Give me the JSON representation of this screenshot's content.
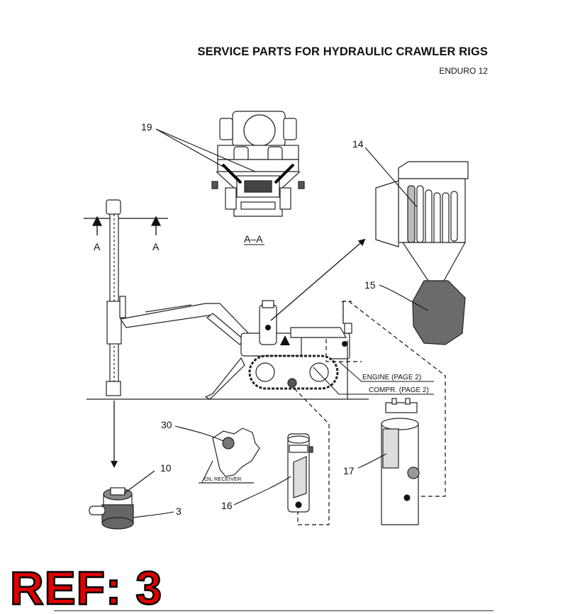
{
  "header": {
    "title": "SERVICE PARTS FOR HYDRAULIC CRAWLER RIGS",
    "model": "ENDURO 12"
  },
  "section_view": {
    "label": "A–A",
    "marker_left": "A",
    "marker_right": "A"
  },
  "callouts": {
    "c19": "19",
    "c14": "14",
    "c15": "15",
    "c30": "30",
    "c10": "10",
    "c3": "3",
    "c16": "16",
    "c17": "17"
  },
  "labels": {
    "engine": "ENGINE (PAGE 2)",
    "compressor": "COMPR. (PAGE 2)",
    "oil_receiver": "OIL RECEIVER"
  },
  "footer": {
    "ref": "REF: 3"
  }
}
